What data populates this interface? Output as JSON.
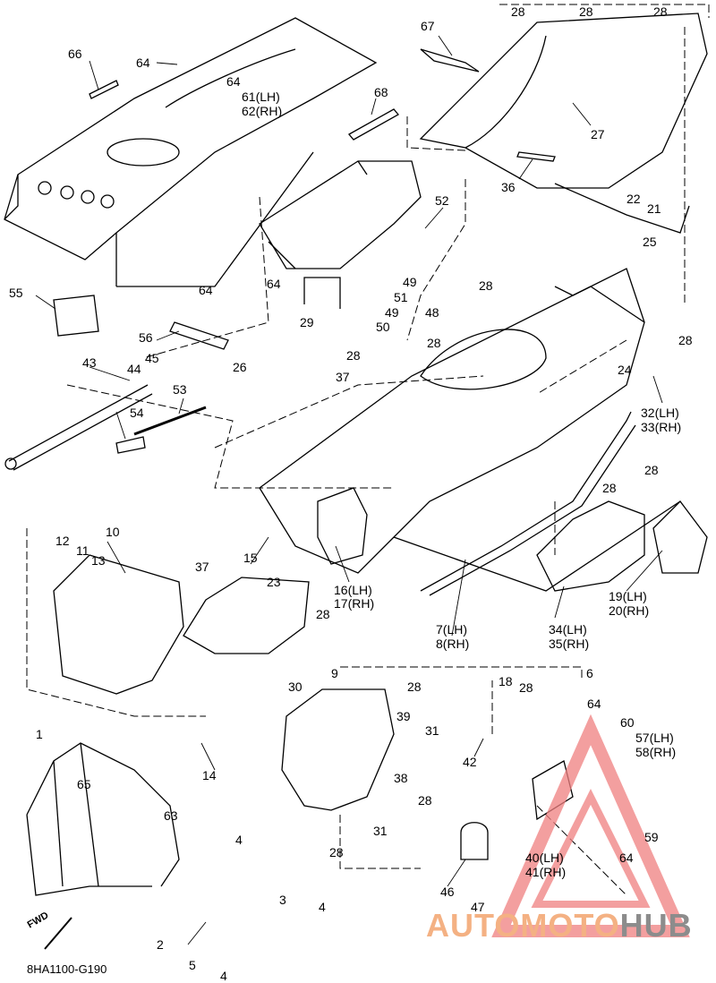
{
  "diagram": {
    "code": "8HA1100-G190",
    "fwd_label": "FWD",
    "watermark": {
      "part1": "AUTOMOTO",
      "part2": "HUB"
    },
    "callouts": [
      {
        "id": "c28a",
        "text": "28"
      },
      {
        "id": "c28b",
        "text": "28"
      },
      {
        "id": "c28c",
        "text": "28"
      },
      {
        "id": "c66",
        "text": "66"
      },
      {
        "id": "c64a",
        "text": "64"
      },
      {
        "id": "c64b",
        "text": "64"
      },
      {
        "id": "c61",
        "text": "61(LH)"
      },
      {
        "id": "c62",
        "text": "62(RH)"
      },
      {
        "id": "c67",
        "text": "67"
      },
      {
        "id": "c68",
        "text": "68"
      },
      {
        "id": "c27",
        "text": "27"
      },
      {
        "id": "c36",
        "text": "36"
      },
      {
        "id": "c22",
        "text": "22"
      },
      {
        "id": "c21",
        "text": "21"
      },
      {
        "id": "c25",
        "text": "25"
      },
      {
        "id": "c52",
        "text": "52"
      },
      {
        "id": "c55",
        "text": "55"
      },
      {
        "id": "c49a",
        "text": "49"
      },
      {
        "id": "c51",
        "text": "51"
      },
      {
        "id": "c49b",
        "text": "49"
      },
      {
        "id": "c48",
        "text": "48"
      },
      {
        "id": "c50",
        "text": "50"
      },
      {
        "id": "c28d",
        "text": "28"
      },
      {
        "id": "c64c",
        "text": "64"
      },
      {
        "id": "c64d",
        "text": "64"
      },
      {
        "id": "c56",
        "text": "56"
      },
      {
        "id": "c29",
        "text": "29"
      },
      {
        "id": "c28e",
        "text": "28"
      },
      {
        "id": "c28f",
        "text": "28"
      },
      {
        "id": "c43",
        "text": "43"
      },
      {
        "id": "c45",
        "text": "45"
      },
      {
        "id": "c44",
        "text": "44"
      },
      {
        "id": "c24",
        "text": "24"
      },
      {
        "id": "c28g",
        "text": "28"
      },
      {
        "id": "c26",
        "text": "26"
      },
      {
        "id": "c37a",
        "text": "37"
      },
      {
        "id": "c53",
        "text": "53"
      },
      {
        "id": "c32",
        "text": "32(LH)"
      },
      {
        "id": "c33",
        "text": "33(RH)"
      },
      {
        "id": "c54",
        "text": "54"
      },
      {
        "id": "c28h",
        "text": "28"
      },
      {
        "id": "c10",
        "text": "10"
      },
      {
        "id": "c28i",
        "text": "28"
      },
      {
        "id": "c12",
        "text": "12"
      },
      {
        "id": "c11",
        "text": "11"
      },
      {
        "id": "c13",
        "text": "13"
      },
      {
        "id": "c15",
        "text": "15"
      },
      {
        "id": "c23",
        "text": "23"
      },
      {
        "id": "c37b",
        "text": "37"
      },
      {
        "id": "c16",
        "text": "16(LH)"
      },
      {
        "id": "c17",
        "text": "17(RH)"
      },
      {
        "id": "c19",
        "text": "19(LH)"
      },
      {
        "id": "c20",
        "text": "20(RH)"
      },
      {
        "id": "c28j",
        "text": "28"
      },
      {
        "id": "c34",
        "text": "34(LH)"
      },
      {
        "id": "c35",
        "text": "35(RH)"
      },
      {
        "id": "c7",
        "text": "7(LH)"
      },
      {
        "id": "c8",
        "text": "8(RH)"
      },
      {
        "id": "c9",
        "text": "9"
      },
      {
        "id": "c28k",
        "text": "28"
      },
      {
        "id": "c6",
        "text": "6"
      },
      {
        "id": "c30",
        "text": "30"
      },
      {
        "id": "c18",
        "text": "18"
      },
      {
        "id": "c28l",
        "text": "28"
      },
      {
        "id": "c64e",
        "text": "64"
      },
      {
        "id": "c39",
        "text": "39"
      },
      {
        "id": "c31a",
        "text": "31"
      },
      {
        "id": "c60",
        "text": "60"
      },
      {
        "id": "c1",
        "text": "1"
      },
      {
        "id": "c14",
        "text": "14"
      },
      {
        "id": "c42",
        "text": "42"
      },
      {
        "id": "c57",
        "text": "57(LH)"
      },
      {
        "id": "c58",
        "text": "58(RH)"
      },
      {
        "id": "c65",
        "text": "65"
      },
      {
        "id": "c38",
        "text": "38"
      },
      {
        "id": "c28m",
        "text": "28"
      },
      {
        "id": "c63",
        "text": "63"
      },
      {
        "id": "c31b",
        "text": "31"
      },
      {
        "id": "c28n",
        "text": "28"
      },
      {
        "id": "c59",
        "text": "59"
      },
      {
        "id": "c4a",
        "text": "4"
      },
      {
        "id": "c40",
        "text": "40(LH)"
      },
      {
        "id": "c41",
        "text": "41(RH)"
      },
      {
        "id": "c64f",
        "text": "64"
      },
      {
        "id": "c3",
        "text": "3"
      },
      {
        "id": "c4b",
        "text": "4"
      },
      {
        "id": "c46",
        "text": "46"
      },
      {
        "id": "c47",
        "text": "47"
      },
      {
        "id": "c2",
        "text": "2"
      },
      {
        "id": "c5",
        "text": "5"
      },
      {
        "id": "c4c",
        "text": "4"
      }
    ]
  }
}
